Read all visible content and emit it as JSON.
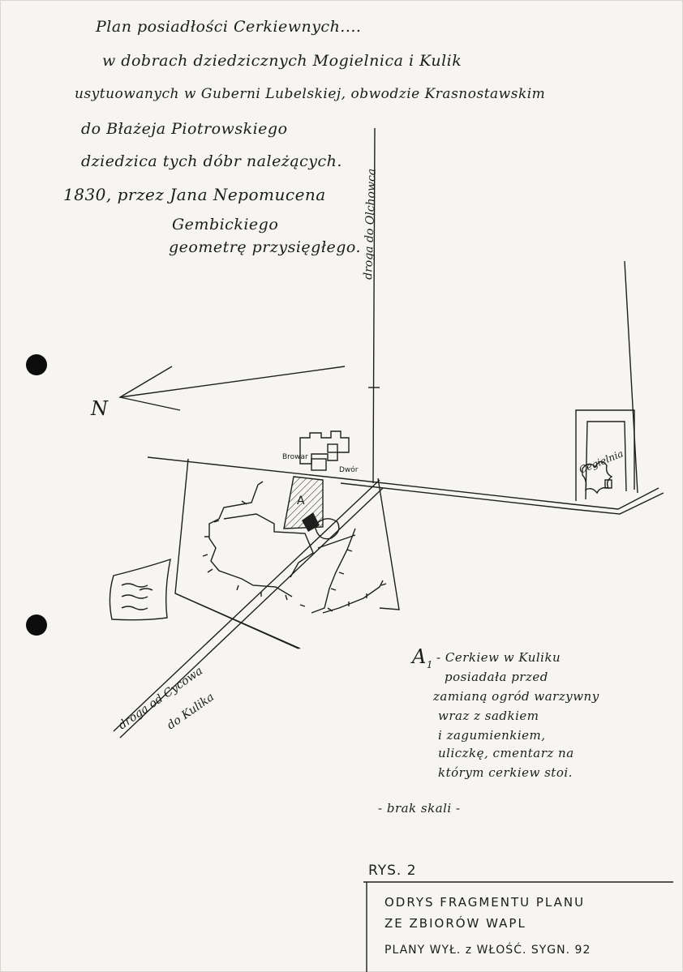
{
  "title": {
    "lines": [
      "Plan posiadłości Cerkiewnych....",
      "w dobrach dziedzicznych Mogielnica i Kulik",
      "usytuowanych w Guberni Lubelskiej, obwodzie Krasnostawskim",
      "do Błażeja Piotrowskiego",
      "dziedzica tych dóbr należących.",
      "1830, przez Jana Nepomucena",
      "Gembickiego",
      "geometrę przysięgłego."
    ]
  },
  "map_labels": {
    "north": "N",
    "road_olchowiec": "droga do Olchowca",
    "browar": "Browar",
    "dwor": "Dwór",
    "cegielnia": "Cegielnia",
    "marker_a": "A",
    "road_cycow_1": "droga od Cycowa",
    "road_cycow_2": "do Kulika"
  },
  "legend": {
    "marker": "A",
    "subscript": "1",
    "lines": [
      "- Cerkiew w Kuliku",
      "posiadała przed",
      "zamianą ogród warzywny",
      "wraz z sadkiem",
      "i zagumienkiem,",
      "uliczkę, cmentarz na",
      "którym cerkiew stoi."
    ],
    "scale_note": "- brak skali -"
  },
  "figure": {
    "label": "RYS. 2",
    "caption_line1": "ODRYS FRAGMENTU PLANU",
    "caption_line2": "ZE ZBIORÓW WAPL",
    "reference": "PLANY WYŁ. z WŁOŚĆ. SYGN. 92"
  },
  "colors": {
    "ink": "#1c1c1c",
    "paper": "#f6f5f1",
    "punch": "#0c0c0c"
  }
}
